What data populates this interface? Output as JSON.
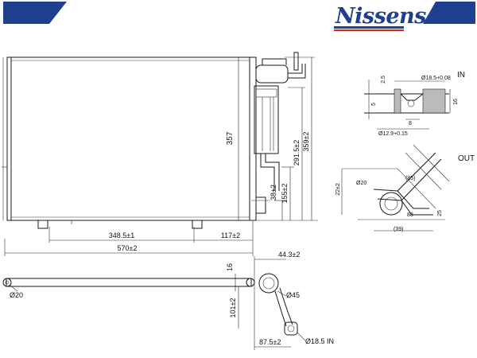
{
  "brand": {
    "logo_text": "Nissens",
    "primary_color": "#1f3f8f",
    "accent_color": "#d9232e"
  },
  "front_view": {
    "height_overall": "357",
    "height_total": "359±2",
    "height_mid": "291.5±2",
    "height_lower": "155±2",
    "height_bottom": "38±2",
    "width_inner": "348.5±1",
    "width_right": "117±2",
    "width_total": "570±2"
  },
  "bottom_view": {
    "pipe_dia_left": "Ø20",
    "offset_top": "44.3±2",
    "thickness": "16",
    "pipe_dia_right": "Ø45",
    "drop": "101±2",
    "reach": "87.5±2",
    "in_pipe": "Ø18.5  IN"
  },
  "detail_in": {
    "label": "IN",
    "dia_top": "Ø18.5+0.08",
    "dim_right": "16",
    "dim_small": "5",
    "dim_lower": "8",
    "dia_bottom": "Ø12.9+0.15",
    "dim_left": "2.5"
  },
  "detail_out": {
    "label": "OUT",
    "dim_top": "Ø20",
    "dim_left": "22±2",
    "dim_chain": "(85)",
    "dim_right": "25",
    "dim_angle": "88",
    "dim_sub": "(39)"
  }
}
